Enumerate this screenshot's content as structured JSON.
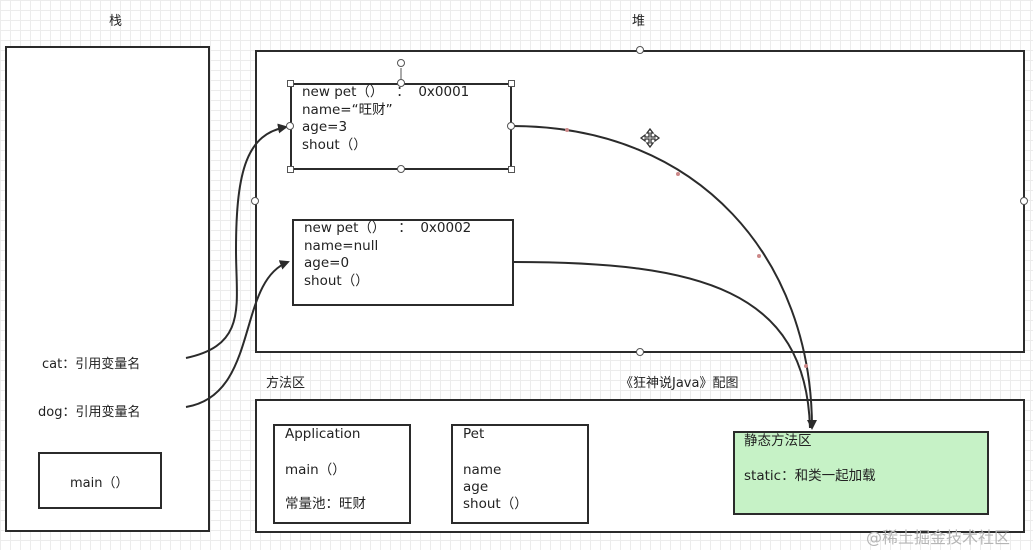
{
  "labels": {
    "stack": "栈",
    "heap": "堆",
    "method_area": "方法区",
    "caption": "《狂神说Java》配图"
  },
  "stack": {
    "cat_ref": "cat：引用变量名",
    "dog_ref": "dog：引用变量名",
    "main": "main（）"
  },
  "heap": {
    "obj1": {
      "header": "new pet（）   ：  0x0001",
      "name": "name=“旺财”",
      "age": "age=3",
      "method": "shout（）"
    },
    "obj2": {
      "header": "new pet（）   ：  0x0002",
      "name": "name=null",
      "age": "age=0",
      "method": "shout（）"
    }
  },
  "method_area": {
    "application": {
      "title": "Application",
      "method": "main（）",
      "pool": "常量池：旺财"
    },
    "pet": {
      "title": "Pet",
      "field1": "name",
      "field2": "age",
      "method": "shout（）"
    },
    "static_area": {
      "title": "静态方法区",
      "desc": "static：和类一起加载",
      "color": "#c6f2c6"
    }
  },
  "watermark": "@稀土掘金技术社区"
}
